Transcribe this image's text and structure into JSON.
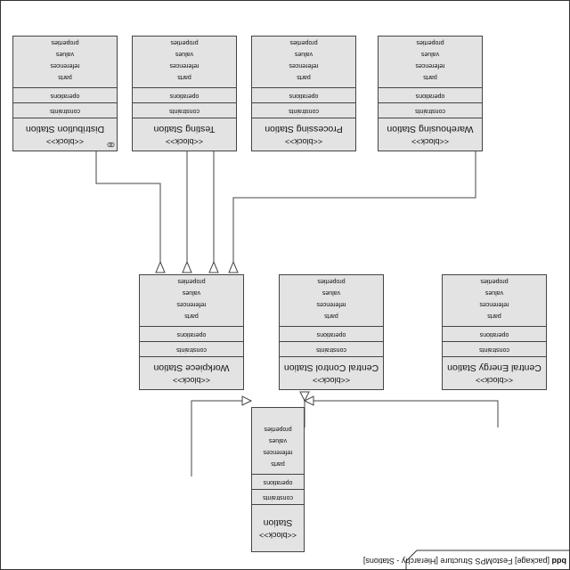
{
  "frame": {
    "kind": "bdd",
    "label": "[package] FestoMPS Structure [Hierarchy - Stations]"
  },
  "stereotype": "<<block>>",
  "compartments": {
    "constraints": "constraints",
    "operations": "operations",
    "properties": [
      "parts",
      "references",
      "values",
      "properties"
    ]
  },
  "blocks": {
    "station": "Station",
    "workpiece_station": "Workpiece Station",
    "central_control_station": "Central Control Station",
    "central_energy_station": "Central Energy Station",
    "distribution_station": "Distribution Station",
    "testing_station": "Testing Station",
    "processing_station": "Processing Station",
    "warehousing_station": "Warehousing Station"
  },
  "colors": {
    "block_fill": "#e3e3e3",
    "line": "#444444"
  }
}
